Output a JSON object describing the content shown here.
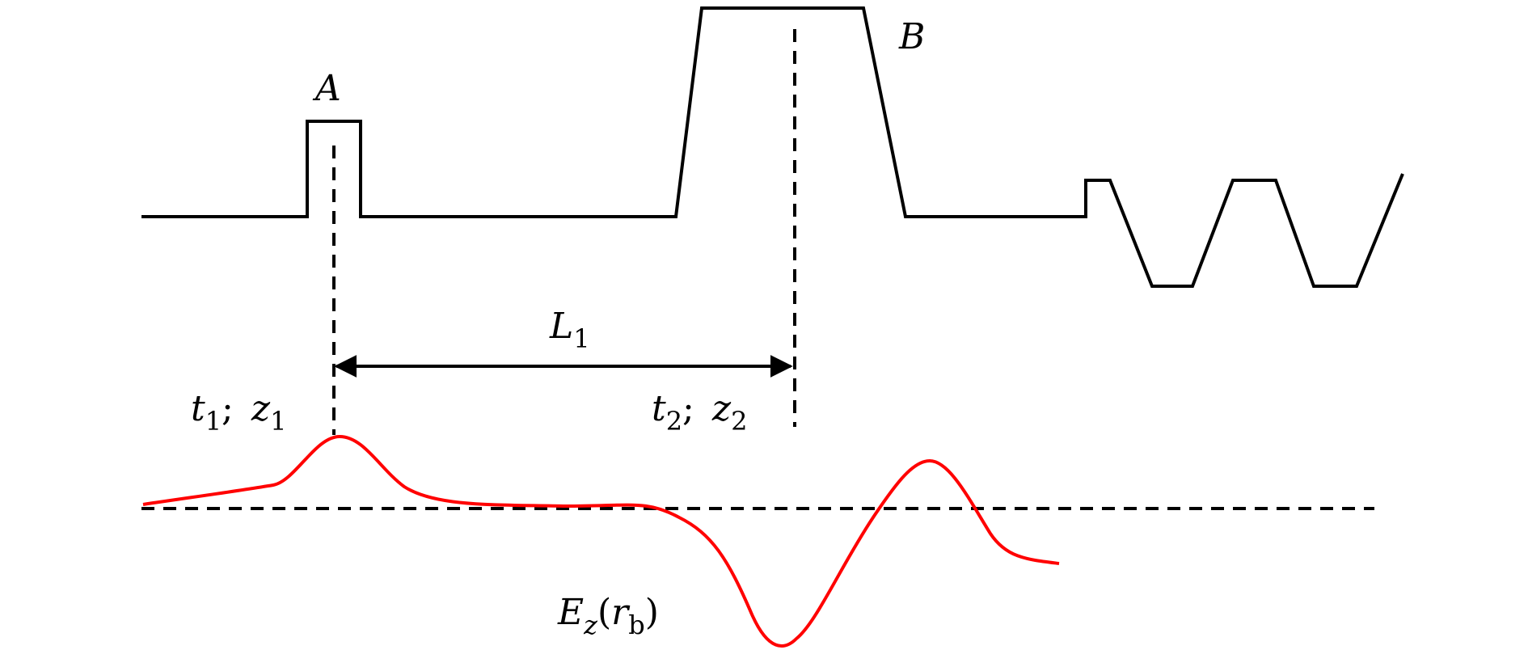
{
  "labels": {
    "a": "A",
    "b": "B",
    "l_main": "L",
    "l_sub": "1",
    "t1_main": "t",
    "t1_sub": "1",
    "sep1": ";",
    "z1_main": "z",
    "z1_sub": "1",
    "t2_main": "t",
    "t2_sub": "2",
    "sep2": ";",
    "z2_main": "z",
    "z2_sub": "2",
    "ez_main": "E",
    "ez_sub": "z",
    "ez_open": "(",
    "ez_r": "r",
    "ez_r_sub": "b",
    "ez_close": ")"
  },
  "colors": {
    "profile": "#000000",
    "field": "#ff0000",
    "background": "#ffffff"
  }
}
